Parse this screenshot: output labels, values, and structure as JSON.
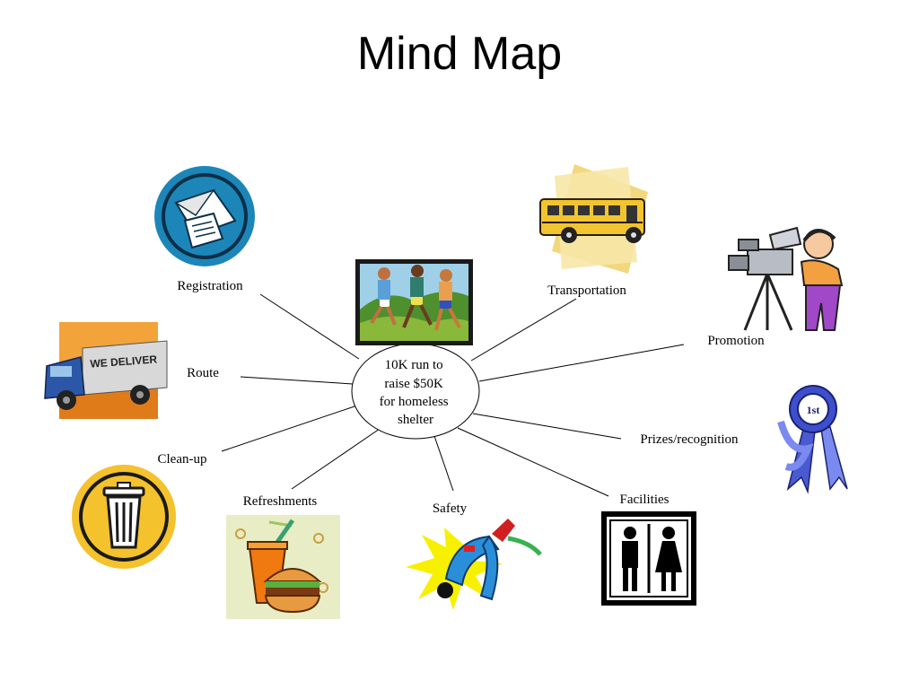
{
  "title": "Mind Map",
  "center": {
    "lines": [
      "10K run to",
      "raise $50K",
      "for homeless",
      "shelter"
    ]
  },
  "branches": {
    "registration": "Registration",
    "transportation": "Transportation",
    "promotion": "Promotion",
    "route": "Route",
    "prizes": "Prizes/recognition",
    "cleanup": "Clean-up",
    "facilities": "Facilities",
    "refreshments": "Refreshments",
    "safety": "Safety"
  },
  "truck_text": "WE DELIVER",
  "ribbon_text": "1st"
}
